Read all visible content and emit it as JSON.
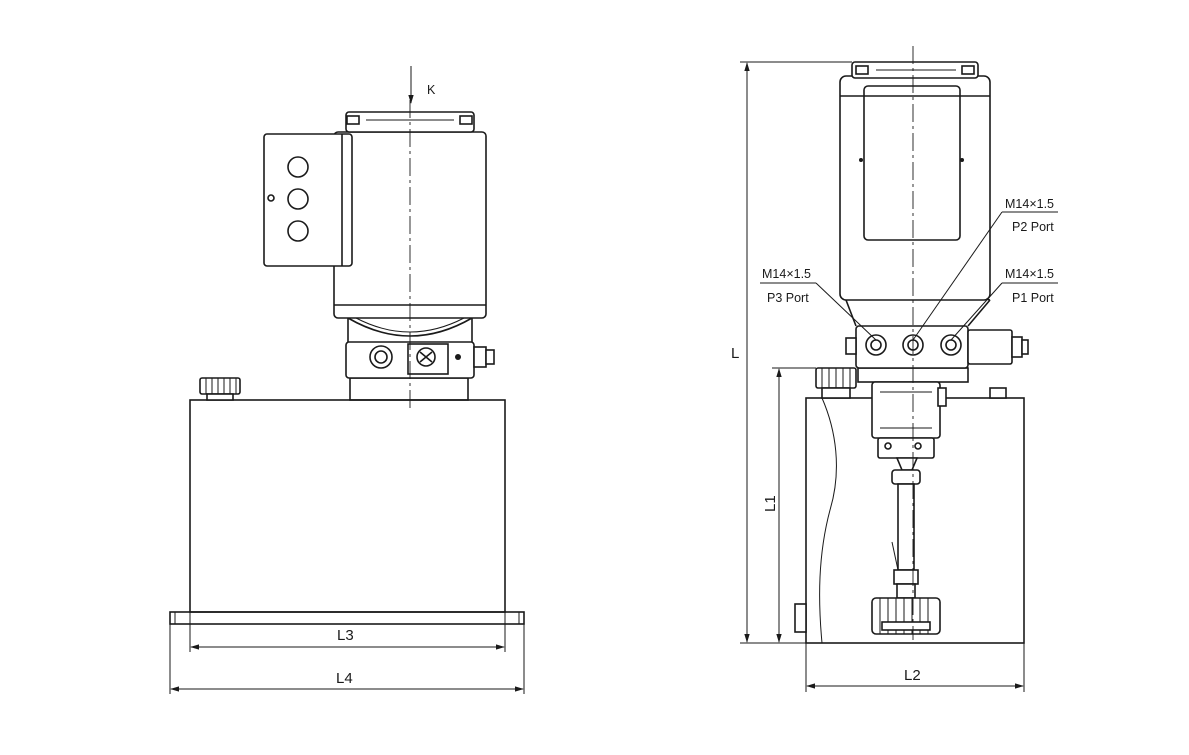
{
  "labels": {
    "view_arrow": "K",
    "dim_l": "L",
    "dim_l1": "L1",
    "dim_l2": "L2",
    "dim_l3": "L3",
    "dim_l4": "L4"
  },
  "ports": [
    {
      "thread": "M14×1.5",
      "name": "P2 Port"
    },
    {
      "thread": "M14×1.5",
      "name": "P3 Port"
    },
    {
      "thread": "M14×1.5",
      "name": "P1 Port"
    }
  ]
}
